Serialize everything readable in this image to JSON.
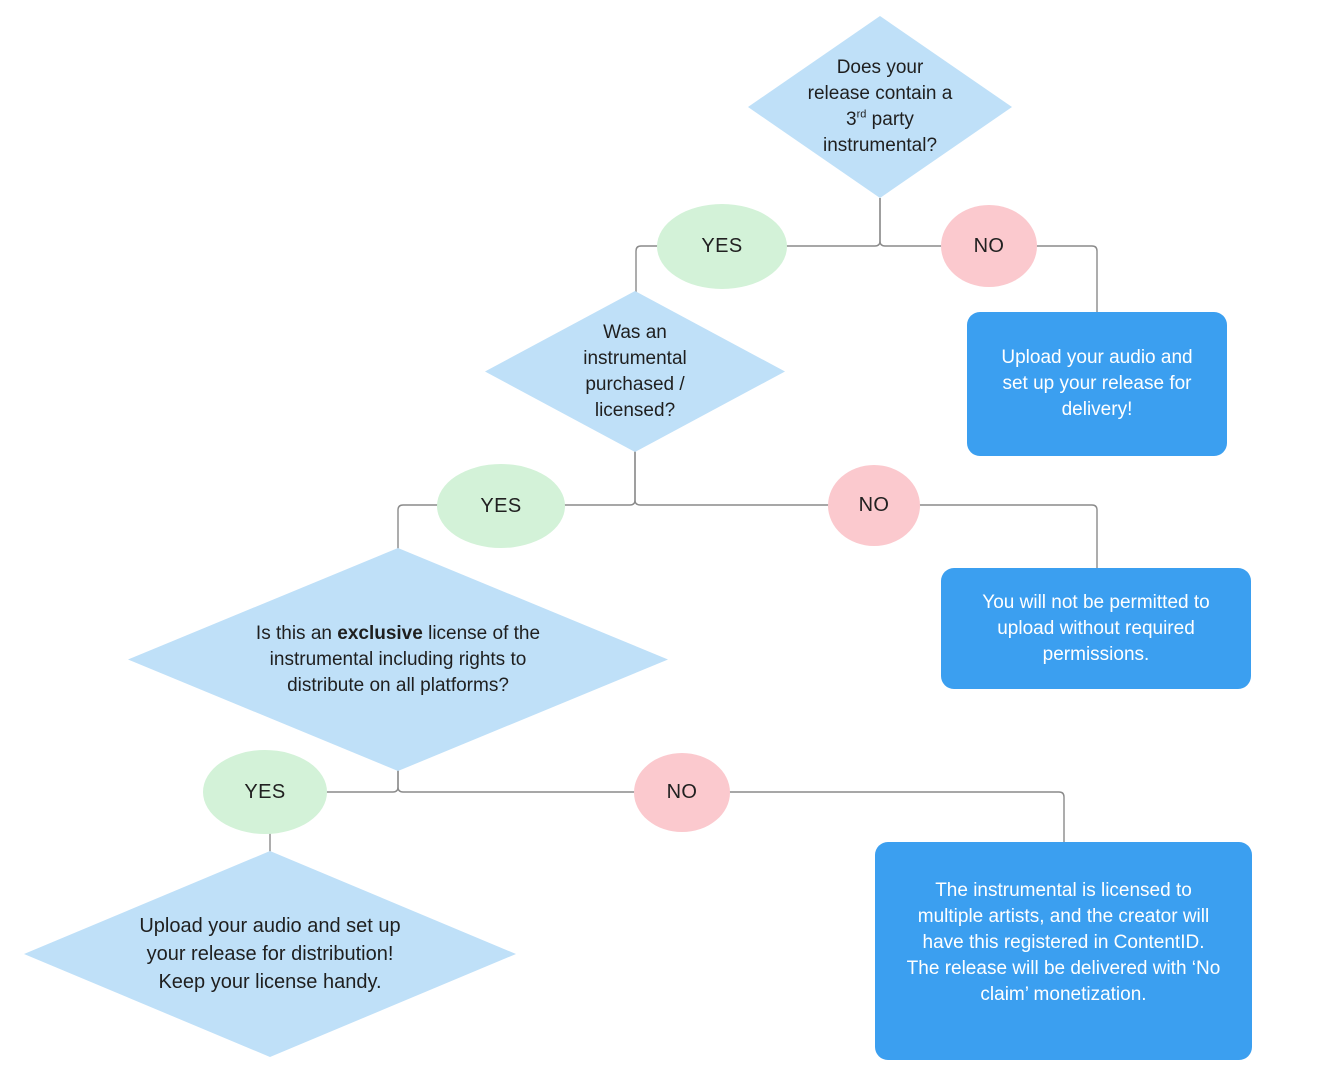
{
  "palette": {
    "decision_fill": "#BFE0F8",
    "yes_fill": "#D3F2D8",
    "no_fill": "#FBC9CE",
    "outcome_fill": "#3B9FF0",
    "connector_line": "#8A8A8A",
    "text_dark": "#1F1F1F",
    "text_light": "#FFFFFF"
  },
  "nodes": {
    "q1": {
      "line1": "Does your",
      "line2": "release contain a",
      "line3_num": "3",
      "line3_sup": "rd",
      "line3_rest": " party",
      "line4": "instrumental?"
    },
    "yes1": "YES",
    "no1": "NO",
    "outcome1": "Upload your audio and\nset up your release for\ndelivery!",
    "q2": "Was an\ninstrumental\npurchased /\nlicensed?",
    "yes2": "YES",
    "no2": "NO",
    "outcome2": "You will not be permitted to\nupload without required\npermissions.",
    "q3": {
      "line1_pre": "Is this an ",
      "line1_bold": "exclusive",
      "line1_rest": " license of the",
      "line2": "instrumental including rights to",
      "line3": "distribute on all platforms?"
    },
    "yes3": "YES",
    "no3": "NO",
    "outcome3_diamond": "Upload your audio and set up\nyour release for distribution!\nKeep your license handy.",
    "outcome3_box": "The instrumental is licensed to\nmultiple artists, and the creator will\nhave this registered in ContentID.\nThe release will be delivered with ‘No\nclaim’ monetization."
  }
}
